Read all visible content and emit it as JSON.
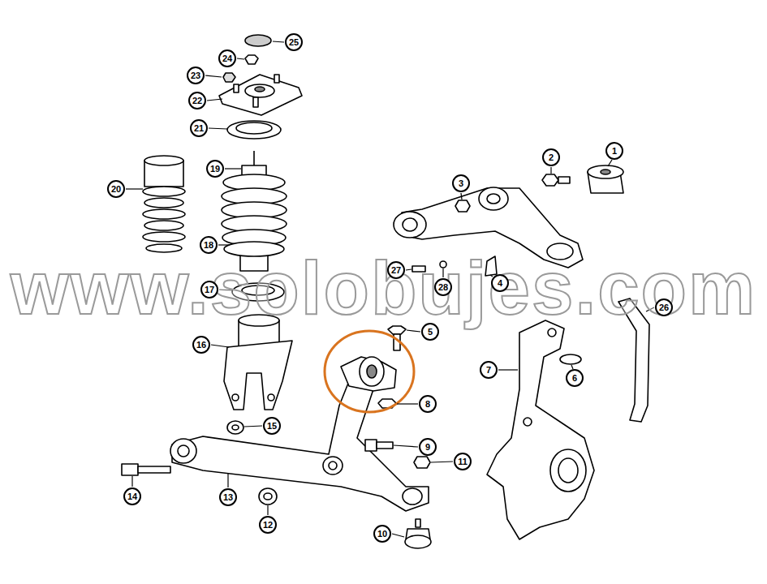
{
  "diagram": {
    "nodes": [
      {
        "text": [
          "1"
        ]
      },
      {
        "text": [
          "2"
        ]
      },
      {
        "text": [
          "3"
        ]
      },
      {
        "text": [
          "4"
        ]
      },
      {
        "text": [
          "5"
        ]
      },
      {
        "text": [
          "6"
        ]
      },
      {
        "text": [
          "7"
        ]
      },
      {
        "text": [
          "8"
        ]
      },
      {
        "text": [
          "9"
        ]
      },
      {
        "text": [
          "10"
        ]
      },
      {
        "text": [
          "11"
        ]
      },
      {
        "text": [
          "12"
        ]
      },
      {
        "text": [
          "13"
        ]
      },
      {
        "text": [
          "14"
        ]
      },
      {
        "text": [
          "15"
        ]
      },
      {
        "text": [
          "16"
        ]
      },
      {
        "text": [
          "17"
        ]
      },
      {
        "text": [
          "18"
        ]
      },
      {
        "text": [
          "19"
        ]
      },
      {
        "text": [
          "20"
        ]
      },
      {
        "text": [
          "21"
        ]
      },
      {
        "text": [
          "22"
        ]
      },
      {
        "text": [
          "23"
        ]
      },
      {
        "text": [
          "24"
        ]
      },
      {
        "text": [
          "25"
        ]
      },
      {
        "text": [
          "26"
        ]
      },
      {
        "text": [
          "27"
        ]
      },
      {
        "text": [
          "28"
        ]
      }
    ],
    "labels": [
      "www.solobujes.com"
    ]
  }
}
